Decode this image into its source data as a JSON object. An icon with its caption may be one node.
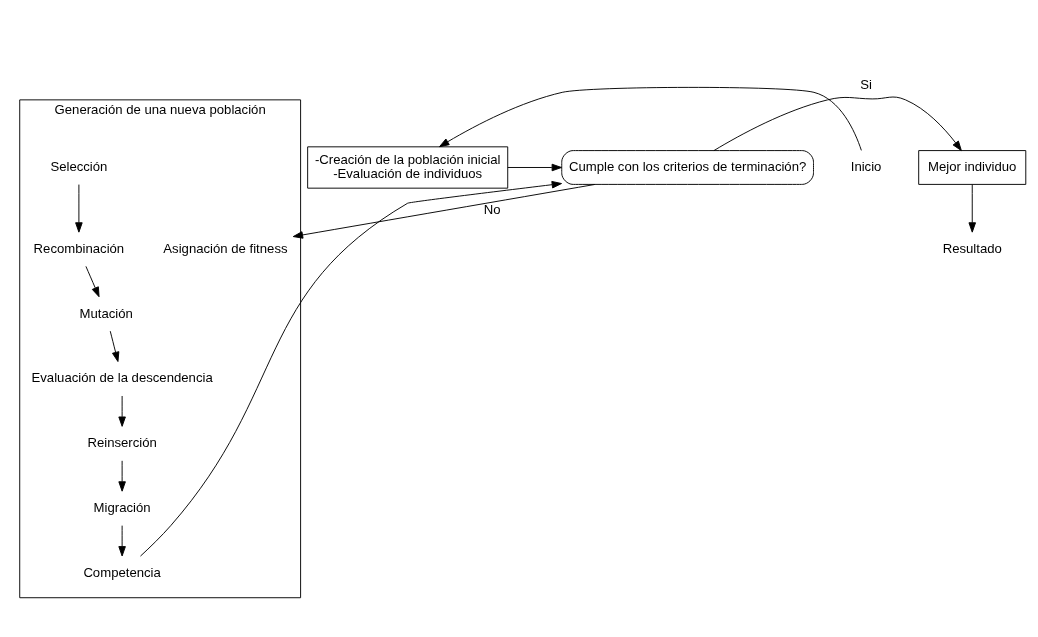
{
  "diagram": {
    "nodes": [
      {
        "text": [
          "-Creación de la población inicial",
          "-Evaluación de individuos"
        ]
      },
      {
        "text": [
          "Cumple con los criterios de terminación?"
        ]
      },
      {
        "text": [
          "Mejor individuo"
        ]
      },
      {
        "text": [
          "Inicio"
        ]
      },
      {
        "text": [
          "Resultado"
        ]
      },
      {
        "text": [
          "Generación de una nueva población"
        ]
      },
      {
        "text": [
          "Asignación de fitness"
        ],
        "in": 5
      },
      {
        "text": [
          "Selección"
        ],
        "in": 5
      },
      {
        "text": [
          "Recombinación"
        ],
        "in": 5
      },
      {
        "text": [
          "Mutación"
        ],
        "in": 5
      },
      {
        "text": [
          "Evaluación de la descendencia"
        ],
        "in": 5
      },
      {
        "text": [
          "Reinserción"
        ],
        "in": 5
      },
      {
        "text": [
          "Migración"
        ],
        "in": 5
      },
      {
        "text": [
          "Competencia"
        ],
        "in": 5
      }
    ],
    "edges": [
      {
        "from": 3,
        "to": 0,
        "arrow": "to"
      },
      {
        "from": 0,
        "to": 1,
        "arrow": "to"
      },
      {
        "from": 1,
        "to": 2,
        "arrow": "to",
        "label": "Si"
      },
      {
        "from": 1,
        "to": 6,
        "arrow": "to",
        "label": "No"
      },
      {
        "from": 7,
        "to": 8,
        "arrow": "to"
      },
      {
        "from": 8,
        "to": 9,
        "arrow": "to"
      },
      {
        "from": 9,
        "to": 10,
        "arrow": "to"
      },
      {
        "from": 10,
        "to": 11,
        "arrow": "to"
      },
      {
        "from": 11,
        "to": 12,
        "arrow": "to"
      },
      {
        "from": 12,
        "to": 13,
        "arrow": "to"
      },
      {
        "from": 13,
        "to": 1,
        "arrow": "to"
      },
      {
        "from": 2,
        "to": 4,
        "arrow": "to"
      }
    ]
  }
}
